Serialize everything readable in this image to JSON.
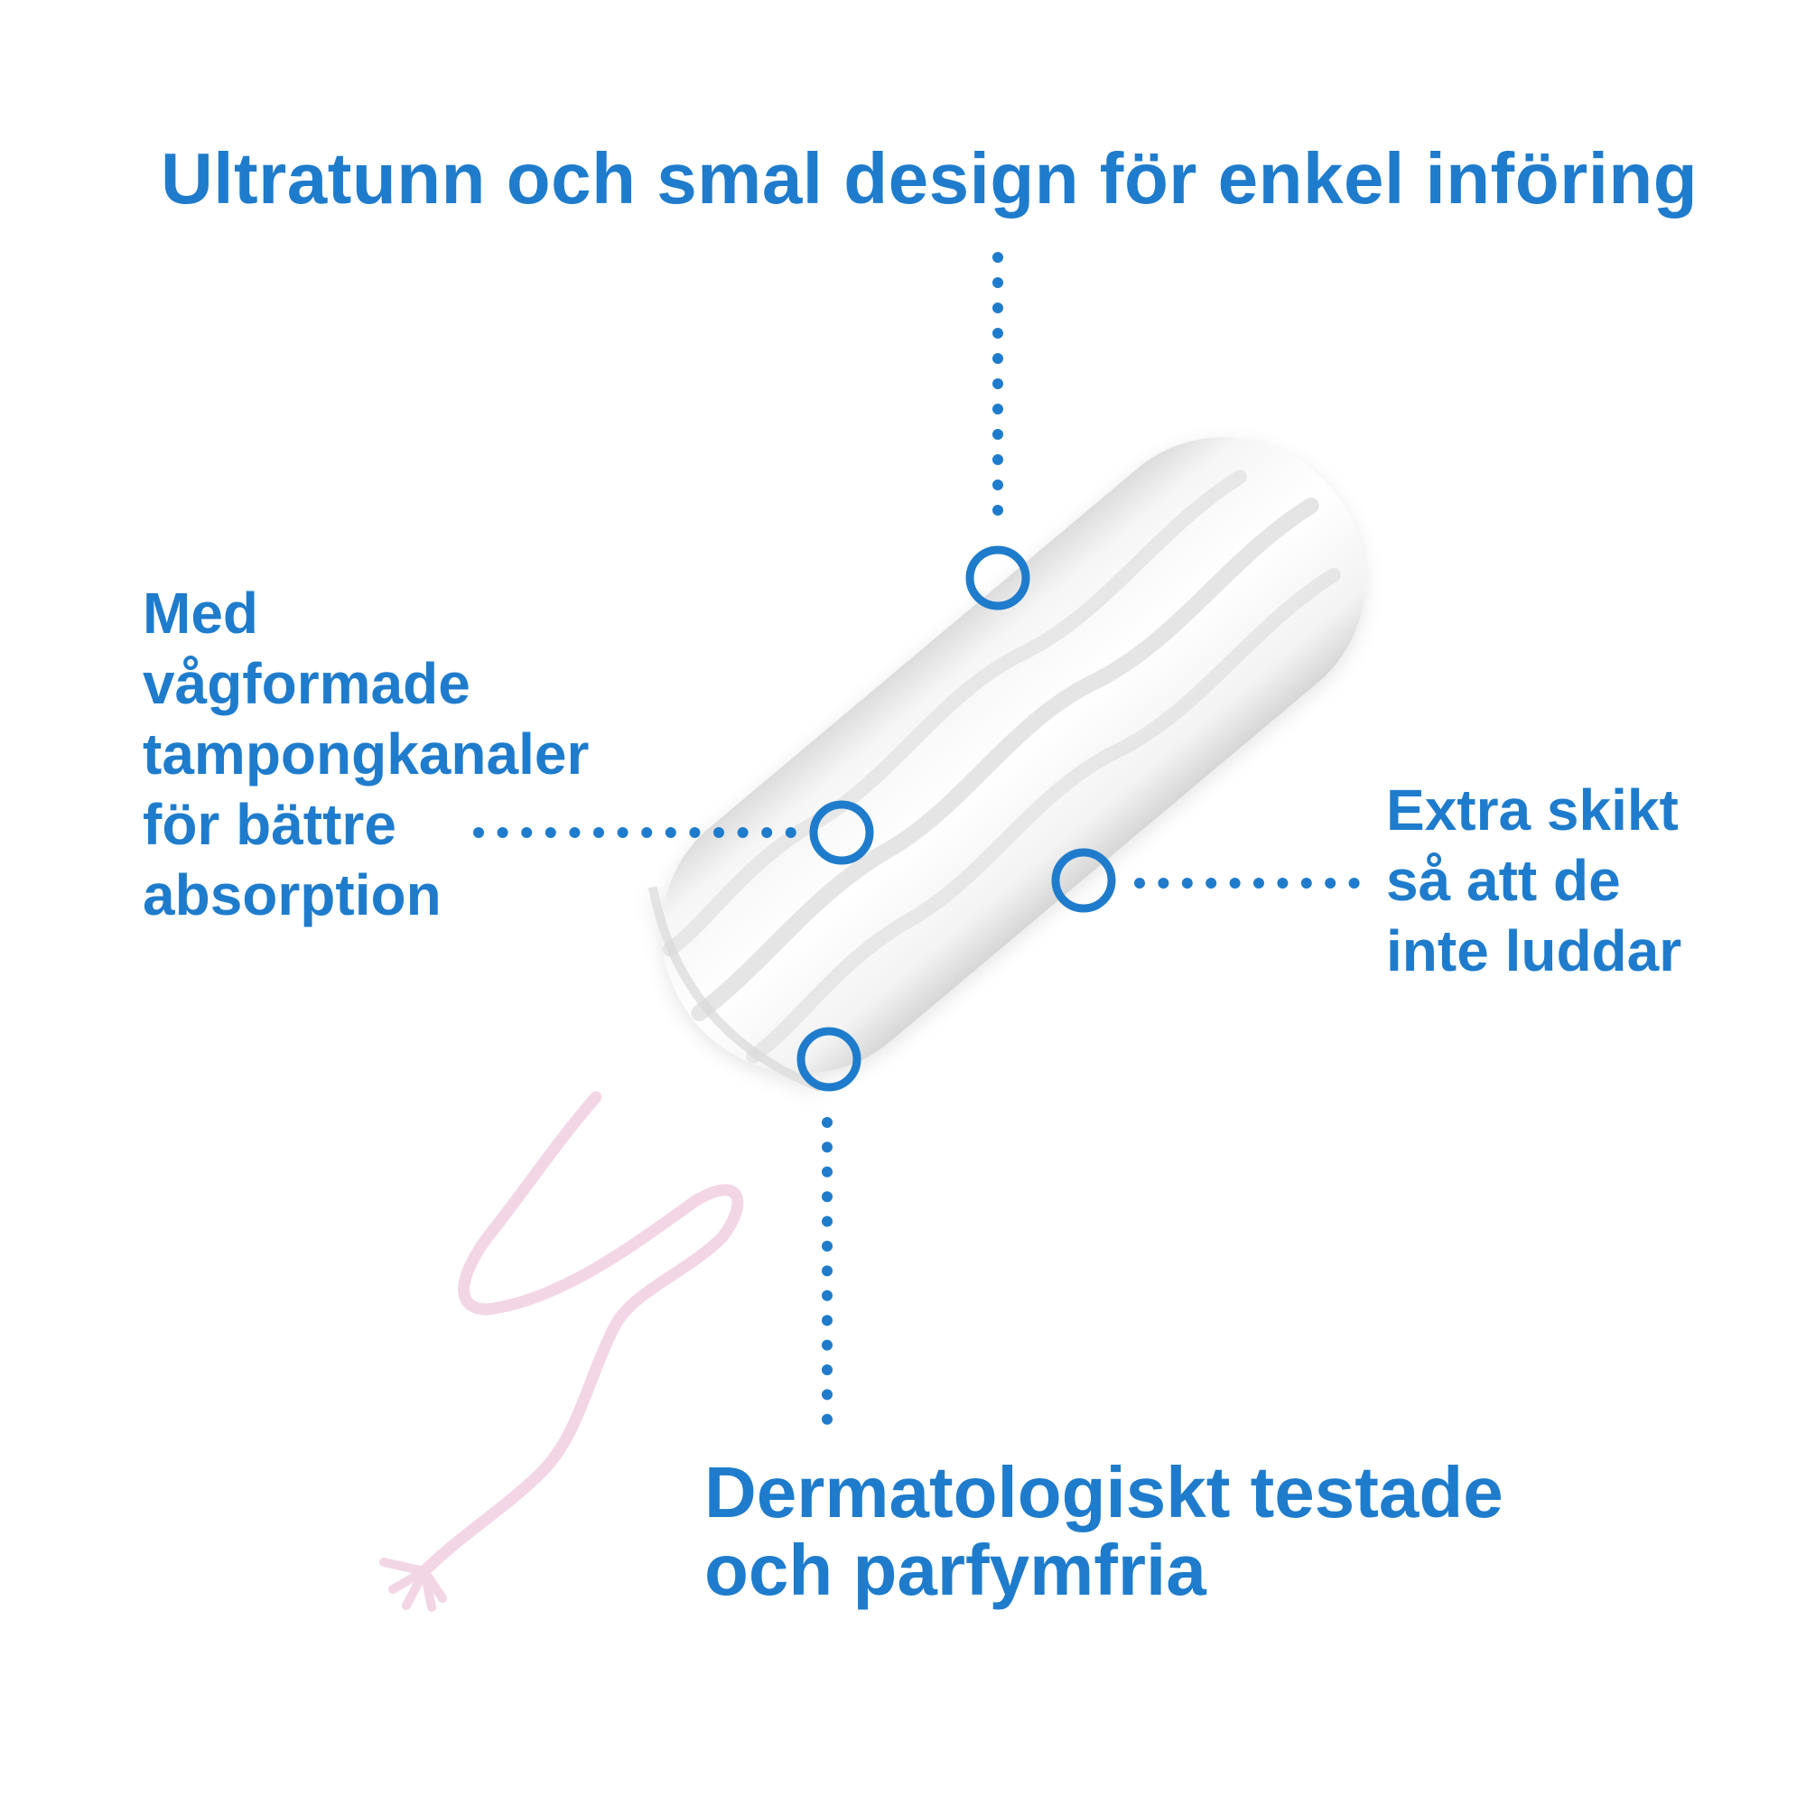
{
  "labels": {
    "top": {
      "lines": [
        "Ultratunn och smal design för enkel införing"
      ]
    },
    "left": {
      "lines": [
        "Med",
        "vågformade",
        "tampongkanaler",
        "för bättre",
        "absorption"
      ]
    },
    "right": {
      "lines": [
        "Extra skikt",
        "så att de",
        "inte luddar"
      ]
    },
    "bottom": {
      "lines": [
        "Dermatologiskt testade",
        "och parfymfria"
      ]
    }
  },
  "colors": {
    "accent": "#1f7ccc",
    "tampon": "#ffffff",
    "tampon_shade": "#e6e6e6",
    "string": "#f3d6e6",
    "background": "#ffffff"
  }
}
